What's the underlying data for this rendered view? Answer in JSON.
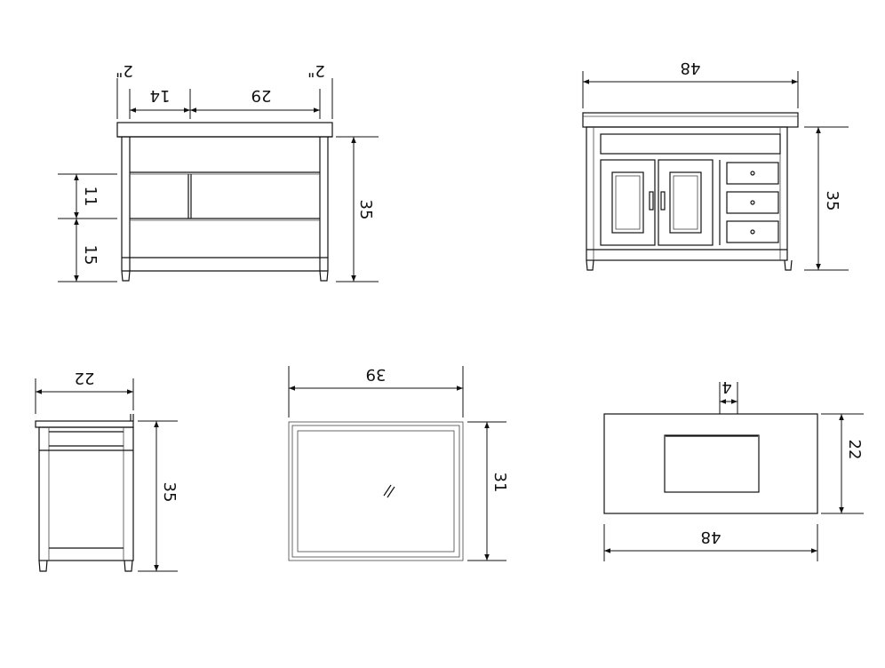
{
  "colors": {
    "line": "#111111",
    "background": "#ffffff"
  },
  "views": {
    "side_open": {
      "top_left_offset": "2\"",
      "top_right_offset": "2\"",
      "left_width": "14",
      "mid_width": "29",
      "height": "35",
      "upper_shelf": "11",
      "lower_shelf": "15"
    },
    "front": {
      "width": "48",
      "height": "35"
    },
    "side": {
      "depth": "22",
      "height": "35"
    },
    "mirror": {
      "width": "39",
      "height": "31"
    },
    "top": {
      "offset": "4",
      "depth": "22",
      "width": "48"
    }
  }
}
